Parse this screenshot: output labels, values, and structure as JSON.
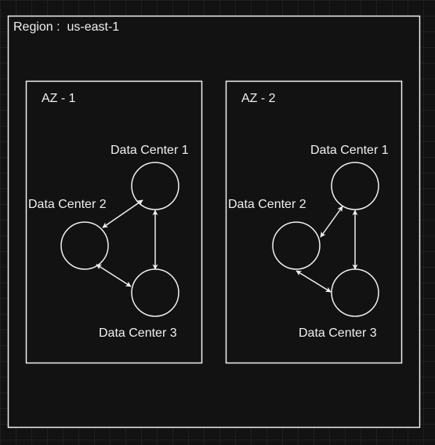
{
  "region": {
    "label": "Region :  us-east-1"
  },
  "zones": [
    {
      "label": "AZ - 1",
      "datacenters": [
        {
          "label": "Data Center 1"
        },
        {
          "label": "Data Center 2"
        },
        {
          "label": "Data Center 3"
        }
      ]
    },
    {
      "label": "AZ - 2",
      "datacenters": [
        {
          "label": "Data Center 1"
        },
        {
          "label": "Data Center 2"
        },
        {
          "label": "Data Center 3"
        }
      ]
    }
  ],
  "colors": {
    "stroke": "#f0f0f0",
    "background": "#121212"
  }
}
